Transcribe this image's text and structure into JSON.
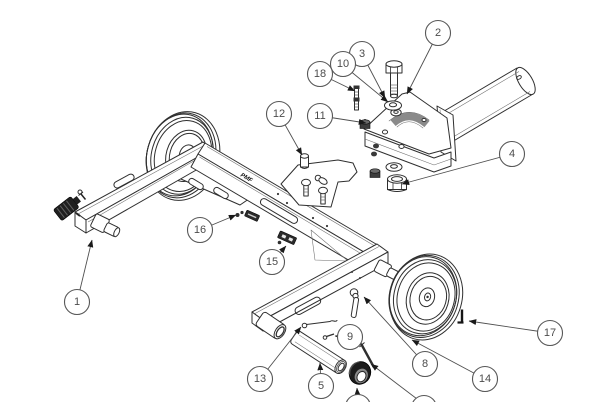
{
  "diagram": {
    "logo_text": "PMF",
    "background_color": "#ffffff",
    "line_color": "#2f2f2f",
    "callout_circle_color": "#575757",
    "callout_text_color": "#4c4c4c"
  },
  "callouts": {
    "c1": {
      "label": "1"
    },
    "c2": {
      "label": "2"
    },
    "c3": {
      "label": "3"
    },
    "c4": {
      "label": "4"
    },
    "c5": {
      "label": "5"
    },
    "c8": {
      "label": "8"
    },
    "c9": {
      "label": "9"
    },
    "c10": {
      "label": "10"
    },
    "c11": {
      "label": "11"
    },
    "c12": {
      "label": "12"
    },
    "c13": {
      "label": "13"
    },
    "c14": {
      "label": "14"
    },
    "c15": {
      "label": "15"
    },
    "c16": {
      "label": "16"
    },
    "c17": {
      "label": "17"
    },
    "c18": {
      "label": "18"
    },
    "p6": {
      "label": ""
    },
    "p7": {
      "label": ""
    }
  }
}
